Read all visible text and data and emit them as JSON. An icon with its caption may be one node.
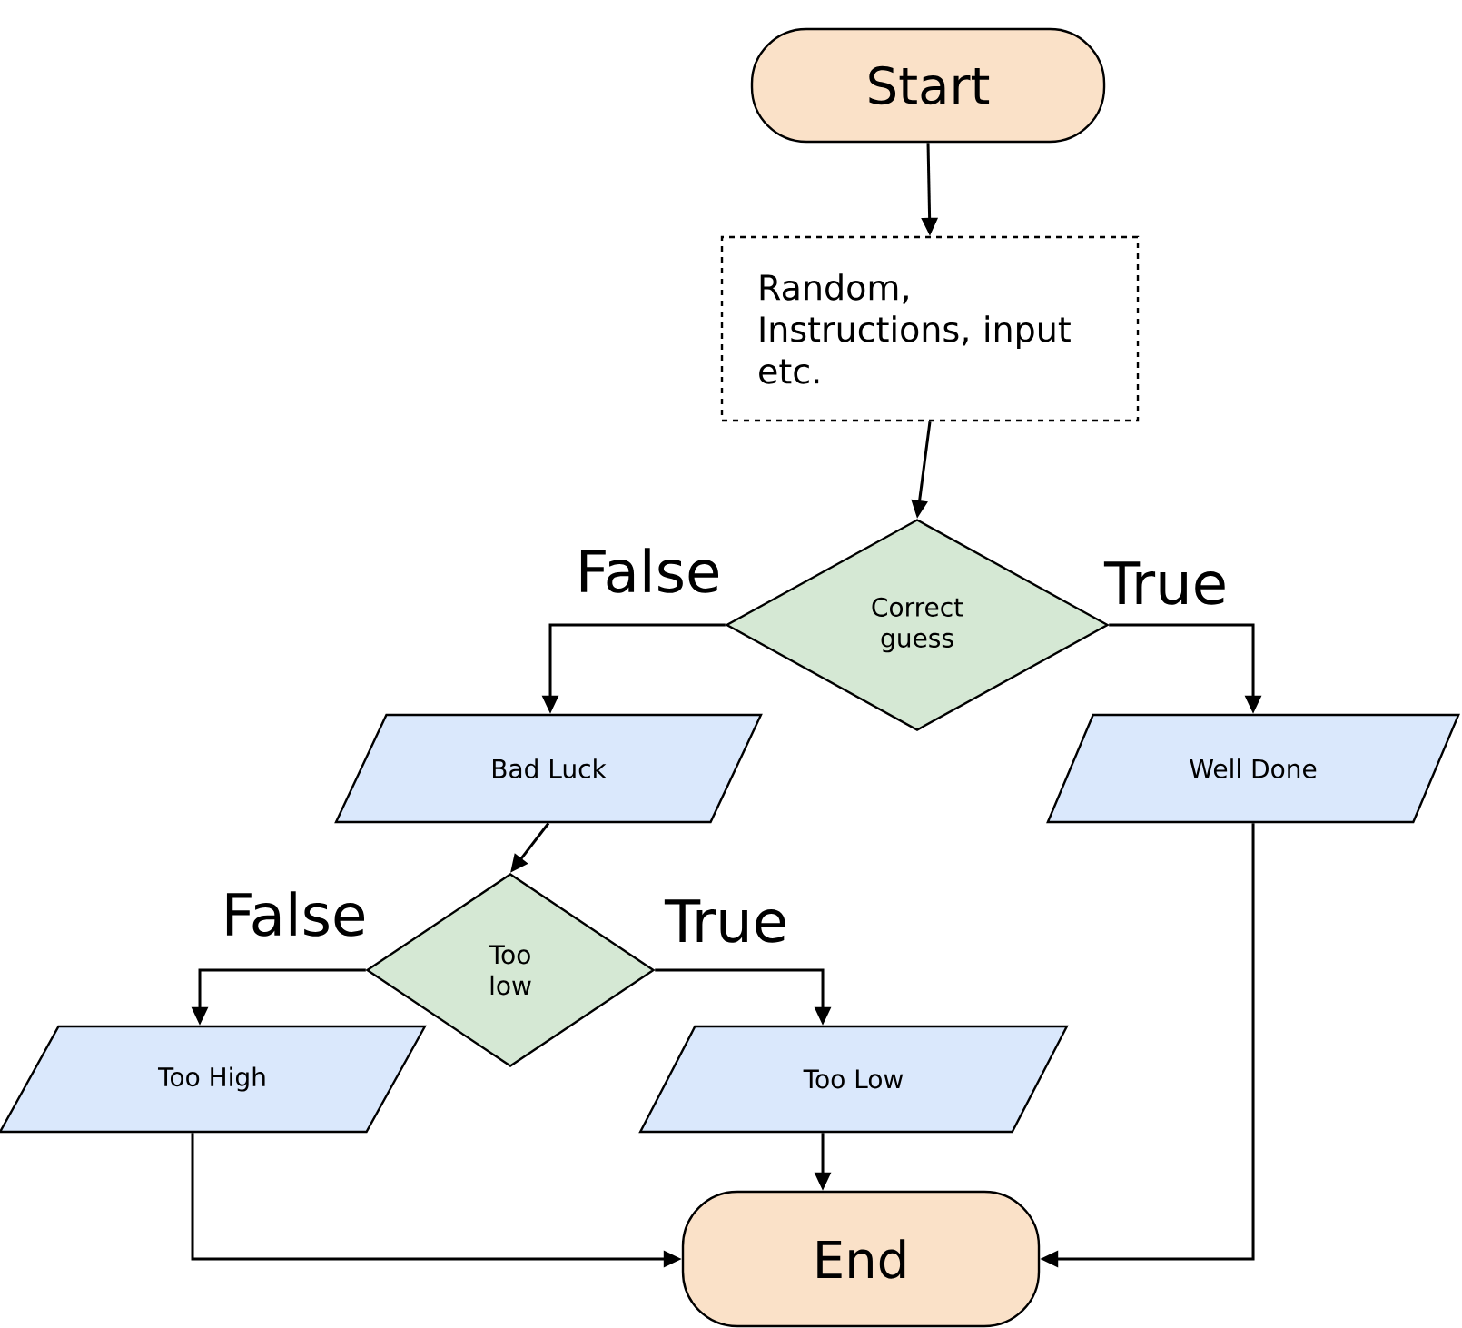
{
  "diagram": {
    "nodes": [
      {
        "text": [
          "Start"
        ]
      },
      {
        "text": [
          "Random, Instructions, input etc."
        ]
      },
      {
        "text": [
          "Correct guess"
        ]
      },
      {
        "text": [
          "Bad Luck"
        ]
      },
      {
        "text": [
          "Well Done"
        ]
      },
      {
        "text": [
          "Too low"
        ]
      },
      {
        "text": [
          "Too High"
        ]
      },
      {
        "text": [
          "Too Low"
        ]
      },
      {
        "text": [
          "End"
        ]
      }
    ],
    "edges": [
      {
        "from": 0,
        "to": 1,
        "arrow": "to"
      },
      {
        "from": 1,
        "to": 2,
        "arrow": "to"
      },
      {
        "from": 2,
        "to": 3,
        "arrow": "to",
        "label": "False"
      },
      {
        "from": 2,
        "to": 4,
        "arrow": "to",
        "label": "True"
      },
      {
        "from": 3,
        "to": 5,
        "arrow": "to"
      },
      {
        "from": 5,
        "to": 6,
        "arrow": "to",
        "label": "False"
      },
      {
        "from": 5,
        "to": 7,
        "arrow": "to",
        "label": "True"
      },
      {
        "from": 7,
        "to": 8,
        "arrow": "to"
      },
      {
        "from": 6,
        "to": 8,
        "arrow": "to"
      },
      {
        "from": 4,
        "to": 8,
        "arrow": "to"
      }
    ]
  }
}
